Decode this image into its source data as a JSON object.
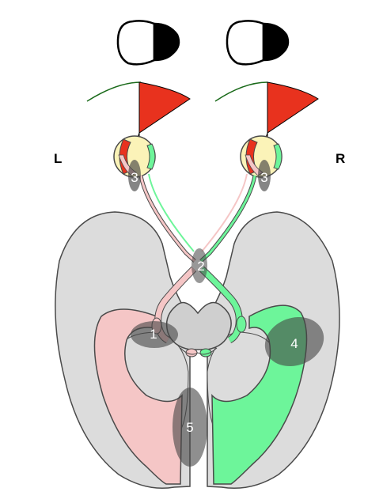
{
  "labels": {
    "left": "L",
    "right": "R"
  },
  "lesions": [
    {
      "id": "1",
      "label": "1"
    },
    {
      "id": "2",
      "label": "2"
    },
    {
      "id": "3a",
      "label": "3"
    },
    {
      "id": "3b",
      "label": "3"
    },
    {
      "id": "4",
      "label": "4"
    },
    {
      "id": "5",
      "label": "5"
    }
  ],
  "colors": {
    "brain": "#dcdcdc",
    "outline": "#4a4a4a",
    "left_pathway": "#f5c6c6",
    "right_pathway": "#6df59a",
    "field_red": "#e8321e",
    "eye_yellow": "#fbf3b8",
    "lesion": "#444444",
    "field_black": "#000000"
  }
}
